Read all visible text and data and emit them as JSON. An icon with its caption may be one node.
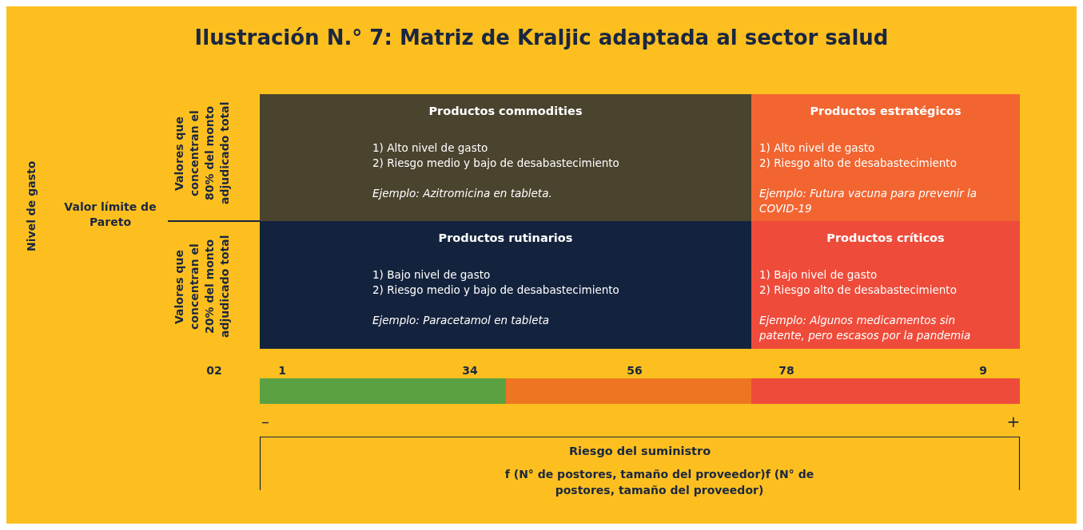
{
  "diagram": {
    "title": "Ilustración N.° 7: Matriz de Kraljic adaptada al sector salud",
    "nodes": [
      {
        "text": [
          "Productos commodities",
          "1) Alto nivel de gasto",
          "2) Riesgo medio y bajo de desabastecimiento",
          "Ejemplo: Azitromicina en tableta."
        ]
      },
      {
        "text": [
          "Productos estratégicos",
          "1) Alto nivel de gasto",
          "2) Riesgo alto de desabastecimiento",
          "Ejemplo: Futura vacuna para prevenir la COVID-19"
        ]
      },
      {
        "text": [
          "Productos rutinarios",
          "1) Bajo nivel de gasto",
          "2) Riesgo medio y bajo de desabastecimiento",
          "Ejemplo: Paracetamol en tableta"
        ]
      },
      {
        "text": [
          "Productos críticos",
          "1) Bajo nivel de gasto",
          "2) Riesgo alto de desabastecimiento",
          "Ejemplo: Algunos medicamentos sin patente, pero escasos por la pandemia"
        ]
      }
    ],
    "edges": [],
    "labels": [
      "Nivel de gasto",
      "Valor límite de Pareto",
      "Valores que concentran el 80% del monto adjudicado total",
      "Valores que concentran el 20% del monto adjudicado total",
      "02",
      "1",
      "34",
      "56",
      "78",
      "9",
      "–",
      "+",
      "Riesgo del suministro",
      "f (N° de postores, tamaño del proveedor)f (N° de postores, tamaño del proveedor)"
    ]
  }
}
